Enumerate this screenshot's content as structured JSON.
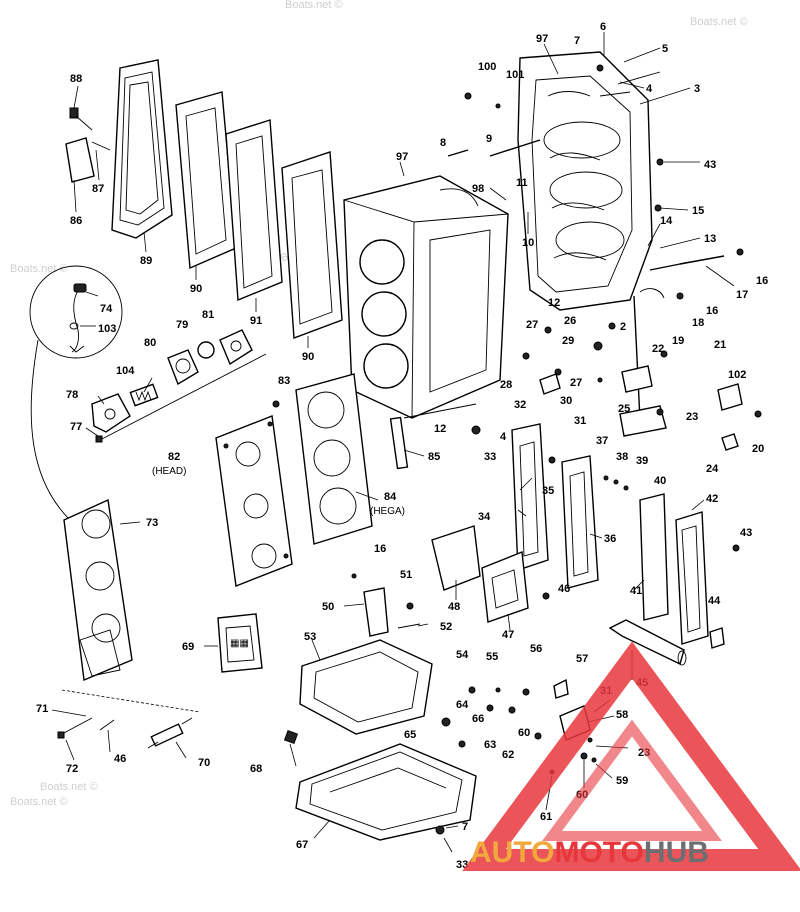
{
  "watermark": "Boats.net ©",
  "logo": {
    "part1": "AUTO",
    "part2": "MOTO",
    "part3": "HUB"
  },
  "callouts": {
    "c88": "88",
    "c87": "87",
    "c86": "86",
    "c89": "89",
    "c90a": "90",
    "c90b": "90",
    "c91": "91",
    "c97a": "97",
    "c97b": "97",
    "c100": "100",
    "c101": "101",
    "c6": "6",
    "c7a": "7",
    "c5": "5",
    "c4a": "4",
    "c3": "3",
    "c8": "8",
    "c9": "9",
    "c43a": "43",
    "c11": "11",
    "c98": "98",
    "c15": "15",
    "c14": "14",
    "c13": "13",
    "c10": "10",
    "c16a": "16",
    "c17": "17",
    "c16b": "16",
    "c18": "18",
    "c74": "74",
    "c103": "103",
    "c79": "79",
    "c81": "81",
    "c80": "80",
    "c104": "104",
    "c78": "78",
    "c77": "77",
    "c83": "83",
    "c12a": "12",
    "c27a": "27",
    "c26": "26",
    "c2": "2",
    "c19": "19",
    "c29": "29",
    "c28": "28",
    "c27b": "27",
    "c22": "22",
    "c21": "21",
    "c102": "102",
    "c32": "32",
    "c30": "30",
    "c31": "31",
    "c25": "25",
    "c23a": "23",
    "c20": "20",
    "c12b": "12",
    "c4b": "4",
    "c33a": "33",
    "c37": "37",
    "c38": "38",
    "c39": "39",
    "c40": "40",
    "c24": "24",
    "c82": "82",
    "c82sub": "(HEAD)",
    "c85": "85",
    "c35": "35",
    "c84": "84",
    "c84sub": "(HEGA)",
    "c73": "73",
    "c42": "42",
    "c34": "34",
    "c36": "36",
    "c43b": "43",
    "c16c": "16",
    "c51": "51",
    "c50": "50",
    "c48": "48",
    "c46a": "46",
    "c41": "41",
    "c47": "47",
    "c44": "44",
    "c52": "52",
    "c53": "53",
    "c69": "69",
    "c45": "45",
    "c54": "54",
    "c55": "55",
    "c56": "56",
    "c57": "57",
    "c31b": "31",
    "c71": "71",
    "c64": "64",
    "c66": "66",
    "c60": "60",
    "c58": "58",
    "c65": "65",
    "c63": "63",
    "c62": "62",
    "c23b": "23",
    "c46b": "46",
    "c72": "72",
    "c70": "70",
    "c68": "68",
    "c61": "61",
    "c60b": "60",
    "c59": "59",
    "c7b": "7",
    "c67": "67",
    "c33b": "33"
  }
}
